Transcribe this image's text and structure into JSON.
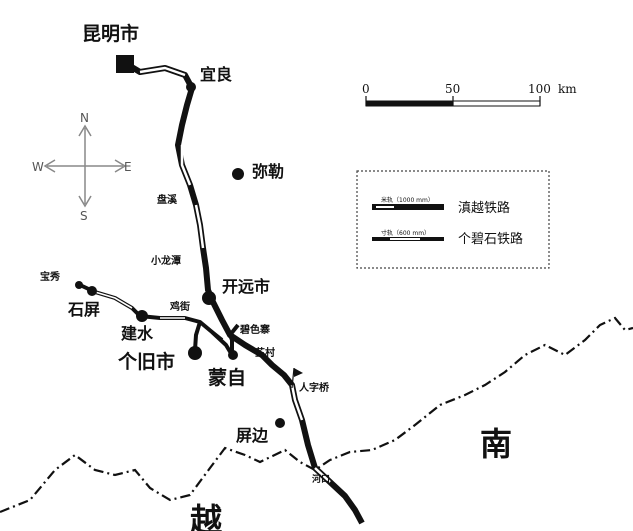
{
  "cities": {
    "kunming": "昆明市",
    "yiliang": "宜良",
    "mile": "弥勒",
    "kaiyuan": "开远市",
    "shiping": "石屏",
    "jianshui": "建水",
    "gejiu": "个旧市",
    "mengzi": "蒙自",
    "pingbian": "屏边"
  },
  "stations": {
    "panxi": "盘溪",
    "xiaolongtan": "小龙潭",
    "baoxiu": "宝秀",
    "jijie": "鸡街",
    "bisezhai": "碧色寨",
    "zhicun": "芷村",
    "renziqiao": "人字桥",
    "hekou": "河口"
  },
  "countries": {
    "vietnam": "越",
    "south": "南"
  },
  "compass": {
    "n": "N",
    "s": "S",
    "e": "E",
    "w": "W"
  },
  "scale": {
    "t0": "0",
    "t50": "50",
    "t100": "100",
    "unit": "km"
  },
  "legend": {
    "meter_sub": "米轨（1000 mm）",
    "meter_name": "滇越铁路",
    "inch_sub": "寸轨（600 mm）",
    "inch_name": "个碧石铁路"
  }
}
